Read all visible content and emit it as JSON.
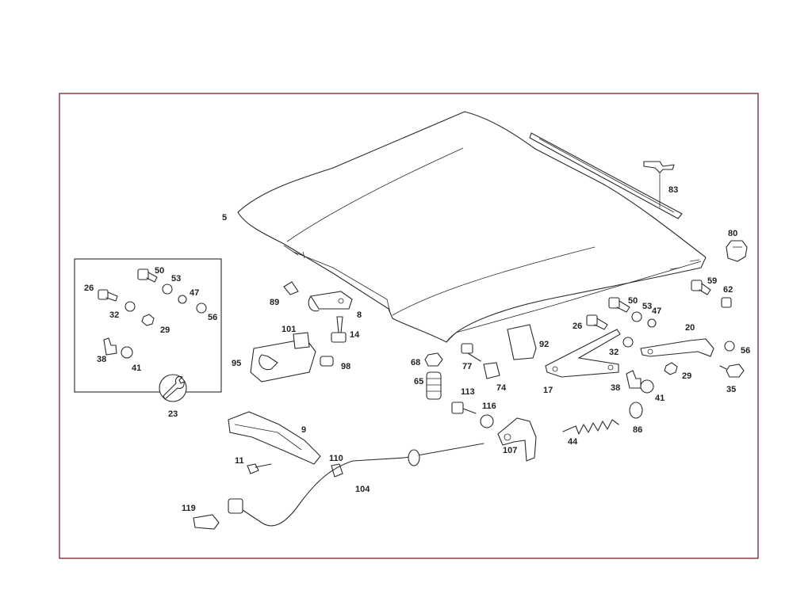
{
  "colors": {
    "frame": "#7a1f2b",
    "ink": "#2a2a2a",
    "background": "#ffffff"
  },
  "icons": {
    "wrench": "wrench-icon"
  },
  "callouts": {
    "hood": "5",
    "seal_strip": "83",
    "cap_80": "80",
    "bolt_26_inset": "26",
    "bolt_50_inset": "50",
    "washer_53_inset": "53",
    "nut_47_inset": "47",
    "washer_32_inset": "32",
    "nut_29_inset": "29",
    "washer_56_inset": "56",
    "clip_38_inset": "38",
    "washer_41_inset": "41",
    "tool_23": "23",
    "clip_89": "89",
    "bracket_8": "8",
    "screw_14": "14",
    "clip_101": "101",
    "lock_95": "95",
    "pin_98": "98",
    "nut_68": "68",
    "spacer_65": "65",
    "screw_77": "77",
    "clip_74": "74",
    "screw_113": "113",
    "washer_116": "116",
    "cover_92": "92",
    "hinge_17": "17",
    "bolt_26": "26",
    "washer_32": "32",
    "bolt_50": "50",
    "washer_53": "53",
    "nut_47": "47",
    "bolt_59": "59",
    "nut_62": "62",
    "hinge_20": "20",
    "washer_56": "56",
    "nut_29": "29",
    "clip_38": "38",
    "washer_41": "41",
    "bolt_35": "35",
    "spring_44": "44",
    "bumper_86": "86",
    "latch_107": "107",
    "rod_9": "9",
    "screw_11": "11",
    "clip_110": "110",
    "cable_104": "104",
    "handle_119": "119"
  }
}
